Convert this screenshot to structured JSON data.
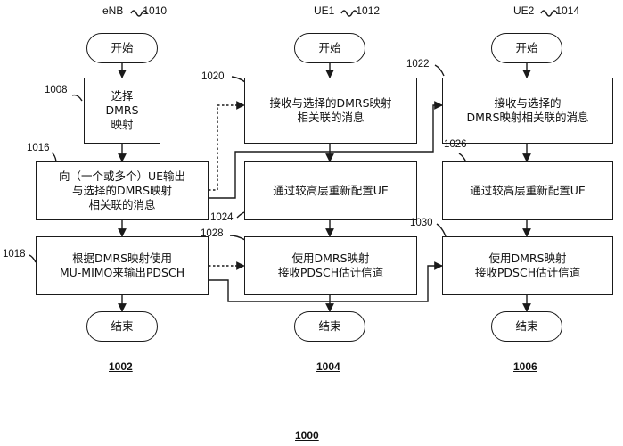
{
  "columns": {
    "enb": {
      "header": "eNB",
      "ref": "1010",
      "number": "1002"
    },
    "ue1": {
      "header": "UE1",
      "ref": "1012",
      "number": "1004"
    },
    "ue2": {
      "header": "UE2",
      "ref": "1014",
      "number": "1006"
    }
  },
  "figure_number": "1000",
  "nodes": {
    "enb_start": {
      "text": "开始"
    },
    "enb_select": {
      "text": "选择\nDMRS\n映射",
      "ref": "1008"
    },
    "enb_output": {
      "text": "向（一个或多个）UE输出\n与选择的DMRS映射\n相关联的消息",
      "ref": "1016"
    },
    "enb_pdsch": {
      "text": "根据DMRS映射使用\nMU-MIMO来输出PDSCH",
      "ref": "1018"
    },
    "enb_end": {
      "text": "结束"
    },
    "ue1_start": {
      "text": "开始"
    },
    "ue1_receive": {
      "text": "接收与选择的DMRS映射\n相关联的消息",
      "ref": "1020"
    },
    "ue1_reconfig": {
      "text": "通过较高层重新配置UE",
      "ref": "1024"
    },
    "ue1_estimate": {
      "text": "使用DMRS映射\n接收PDSCH估计信道",
      "ref": "1028"
    },
    "ue1_end": {
      "text": "结束"
    },
    "ue2_start": {
      "text": "开始"
    },
    "ue2_receive": {
      "text": "接收与选择的\nDMRS映射相关联的消息",
      "ref": "1022"
    },
    "ue2_reconfig": {
      "text": "通过较高层重新配置UE",
      "ref": "1026"
    },
    "ue2_estimate": {
      "text": "使用DMRS映射\n接收PDSCH估计信道",
      "ref": "1030"
    },
    "ue2_end": {
      "text": "结束"
    }
  }
}
